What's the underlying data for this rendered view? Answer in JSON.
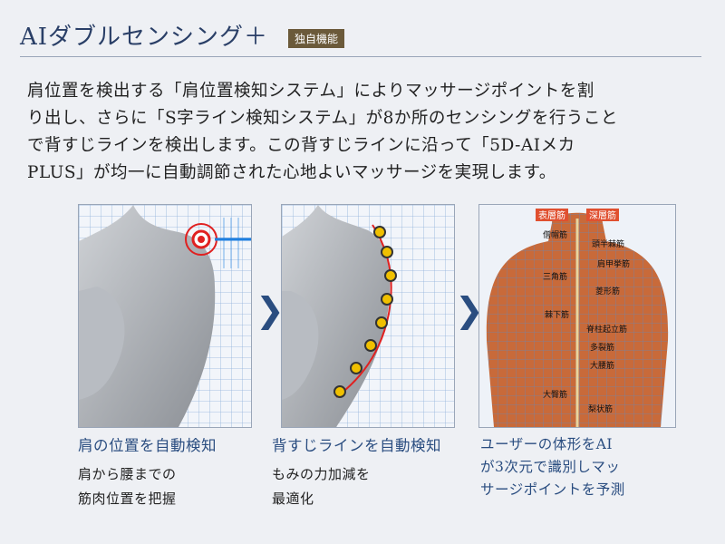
{
  "header": {
    "title": "AIダブルセンシング＋",
    "badge": "独自機能"
  },
  "intro": {
    "lines": [
      "肩位置を検出する「肩位置検知システム」によりマッサージポイントを割",
      "り出し、さらに「S字ライン検知システム」が8か所のセンシングを行うこと",
      "で背すじラインを検出します。この背すじラインに沿って「5D-AIメカ",
      "PLUS」が均一に自動調節された心地よいマッサージを実現します。"
    ]
  },
  "steps": [
    {
      "title": "肩の位置を自動検知",
      "body_lines": [
        "肩から腰までの",
        "筋肉位置を把握"
      ]
    },
    {
      "title": "背すじラインを自動検知",
      "body_lines": [
        "もみの力加減を",
        "最適化"
      ]
    },
    {
      "title_lines": [
        "ユーザーの体形をAI",
        "が3次元で識別しマッ",
        "サージポイントを予測"
      ]
    }
  ],
  "anatomy": {
    "legend_left": "表層筋",
    "legend_right": "深層筋",
    "labels": [
      "僧帽筋",
      "頭半棘筋",
      "肩甲挙筋",
      "三角筋",
      "菱形筋",
      "棘下筋",
      "脊柱起立筋",
      "多裂筋",
      "大腰筋",
      "大臀筋",
      "梨状筋"
    ]
  },
  "colors": {
    "accent": "#2a4d80",
    "badge": "#6b5a3a",
    "title": "#2a3f67"
  },
  "icons": [
    "chevron-right-icon",
    "chevron-right-icon"
  ]
}
